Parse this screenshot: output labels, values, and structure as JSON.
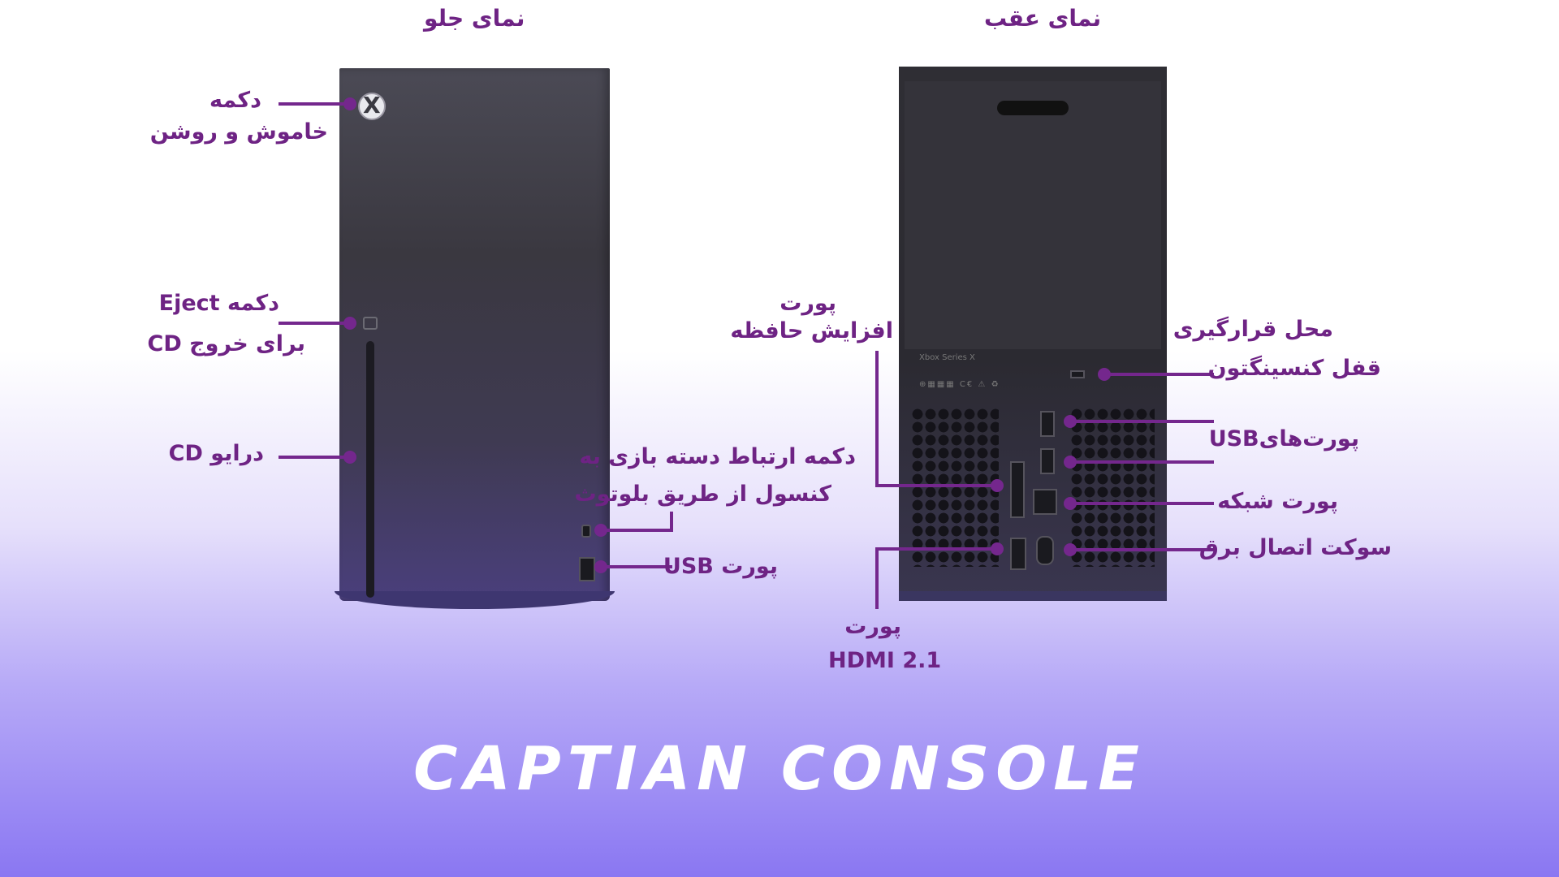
{
  "views": {
    "front_title": "نمای جلو",
    "back_title": "نمای عقب"
  },
  "front_labels": {
    "power_line1": "دکمه",
    "power_line2": "خاموش و روشن",
    "eject_line1": "دکمه Eject",
    "eject_line2": "برای خروج CD",
    "cd_drive": "درایو CD",
    "pair_line1": "دکمه ارتباط دسته بازی به",
    "pair_line2": "کنسول از طریق بلوتوث",
    "usb_front": "پورت USB"
  },
  "back_labels": {
    "expansion_line1": "پورت",
    "expansion_line2": "افزایش حافظه",
    "kensington_line1": "محل قرارگیری",
    "kensington_line2": "قفل کنسینگتون",
    "usb_ports": "پورت‌هایUSB",
    "network_port": "پورت شبکه",
    "power_socket": "سوکت اتصال برق",
    "hdmi_line1": "پورت",
    "hdmi_line2": "HDMI 2.1"
  },
  "device_text": {
    "model_sticker": "Xbox Series X",
    "logo_glyph": "X"
  },
  "brand": {
    "logo_text": "CAPTIAN CONSOLE"
  },
  "colors": {
    "label": "#6e2384",
    "leader": "#74278d",
    "console_body": "#3a3840",
    "background_bottom": "#8a77f2"
  }
}
